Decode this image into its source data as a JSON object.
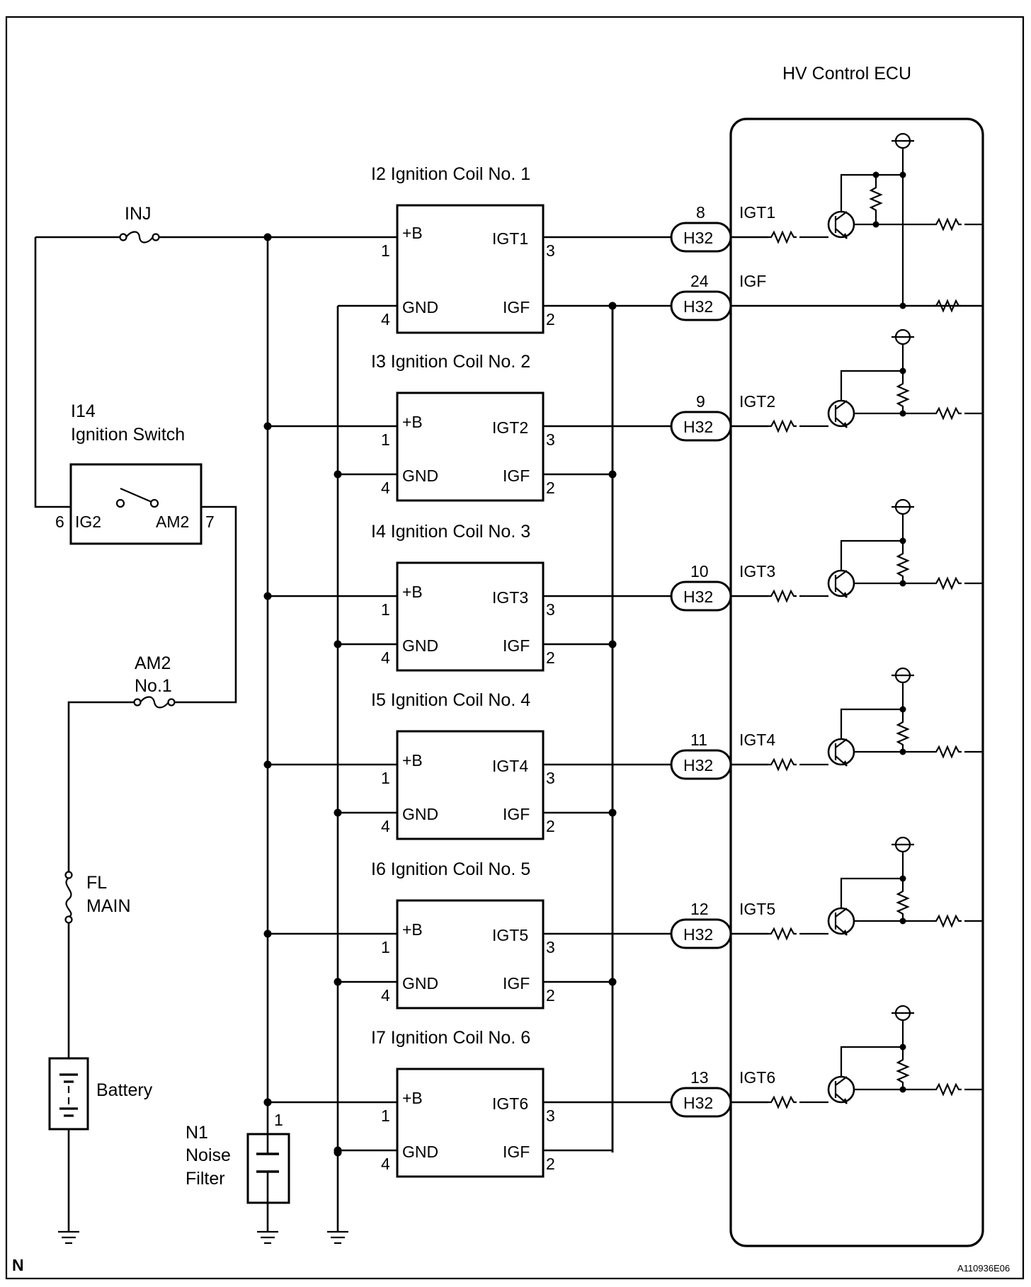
{
  "ecu": {
    "title": "HV Control ECU"
  },
  "fuses": {
    "inj": "INJ",
    "am2_line1": "AM2",
    "am2_line2": "No.1",
    "fl_line1": "FL",
    "fl_line2": "MAIN"
  },
  "ignition_switch": {
    "id": "I14",
    "name": "Ignition Switch",
    "pin_left": "6",
    "label_left": "IG2",
    "label_right": "AM2",
    "pin_right": "7"
  },
  "battery": {
    "label": "Battery"
  },
  "noise_filter": {
    "line1": "N1",
    "line2": "Noise",
    "line3": "Filter",
    "pin": "1"
  },
  "coils": [
    {
      "title": "I2 Ignition Coil No. 1",
      "plus_b": "+B",
      "gnd": "GND",
      "igt": "IGT1",
      "igf": "IGF",
      "pin_b": "1",
      "pin_gnd": "4",
      "pin_igt": "3",
      "pin_igf": "2"
    },
    {
      "title": "I3 Ignition Coil No. 2",
      "plus_b": "+B",
      "gnd": "GND",
      "igt": "IGT2",
      "igf": "IGF",
      "pin_b": "1",
      "pin_gnd": "4",
      "pin_igt": "3",
      "pin_igf": "2"
    },
    {
      "title": "I4 Ignition Coil No. 3",
      "plus_b": "+B",
      "gnd": "GND",
      "igt": "IGT3",
      "igf": "IGF",
      "pin_b": "1",
      "pin_gnd": "4",
      "pin_igt": "3",
      "pin_igf": "2"
    },
    {
      "title": "I5 Ignition Coil No. 4",
      "plus_b": "+B",
      "gnd": "GND",
      "igt": "IGT4",
      "igf": "IGF",
      "pin_b": "1",
      "pin_gnd": "4",
      "pin_igt": "3",
      "pin_igf": "2"
    },
    {
      "title": "I6 Ignition Coil No. 5",
      "plus_b": "+B",
      "gnd": "GND",
      "igt": "IGT5",
      "igf": "IGF",
      "pin_b": "1",
      "pin_gnd": "4",
      "pin_igt": "3",
      "pin_igf": "2"
    },
    {
      "title": "I7 Ignition Coil No. 6",
      "plus_b": "+B",
      "gnd": "GND",
      "igt": "IGT6",
      "igf": "IGF",
      "pin_b": "1",
      "pin_gnd": "4",
      "pin_igt": "3",
      "pin_igf": "2"
    }
  ],
  "connectors": [
    {
      "pin": "8",
      "name": "H32",
      "signal": "IGT1"
    },
    {
      "pin": "24",
      "name": "H32",
      "signal": "IGF"
    },
    {
      "pin": "9",
      "name": "H32",
      "signal": "IGT2"
    },
    {
      "pin": "10",
      "name": "H32",
      "signal": "IGT3"
    },
    {
      "pin": "11",
      "name": "H32",
      "signal": "IGT4"
    },
    {
      "pin": "12",
      "name": "H32",
      "signal": "IGT5"
    },
    {
      "pin": "13",
      "name": "H32",
      "signal": "IGT6"
    }
  ],
  "footer": {
    "left_mark": "N",
    "code": "A110936E06"
  }
}
